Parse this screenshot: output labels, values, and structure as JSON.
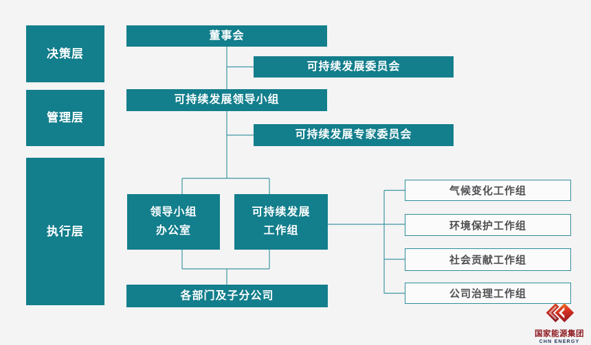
{
  "colors": {
    "background": "#f4f4f5",
    "node_teal": "#137e8c",
    "connector_teal": "#3d95a1",
    "white_box_border": "#2d8b97",
    "white_box_text": "#4f4f51",
    "logo_red": "#8e1c22",
    "logo_navy": "#24365c"
  },
  "layers": [
    {
      "label": "决策层"
    },
    {
      "label": "管理层"
    },
    {
      "label": "执行层"
    }
  ],
  "nodes": {
    "board": "董事会",
    "sd_committee": "可持续发展委员会",
    "leading_group": "可持续发展领导小组",
    "expert_committee": "可持续发展专家委员会",
    "office": "领导小组\n办公室",
    "working_group": "可持续发展\n工作组",
    "departments": "各部门及子分公司"
  },
  "working_groups": [
    {
      "label": "气候变化工作组"
    },
    {
      "label": "环境保护工作组"
    },
    {
      "label": "社会贡献工作组"
    },
    {
      "label": "公司治理工作组"
    }
  ],
  "logo": {
    "company_cn": "国家能源集团",
    "company_en": "CHN ENERGY"
  }
}
